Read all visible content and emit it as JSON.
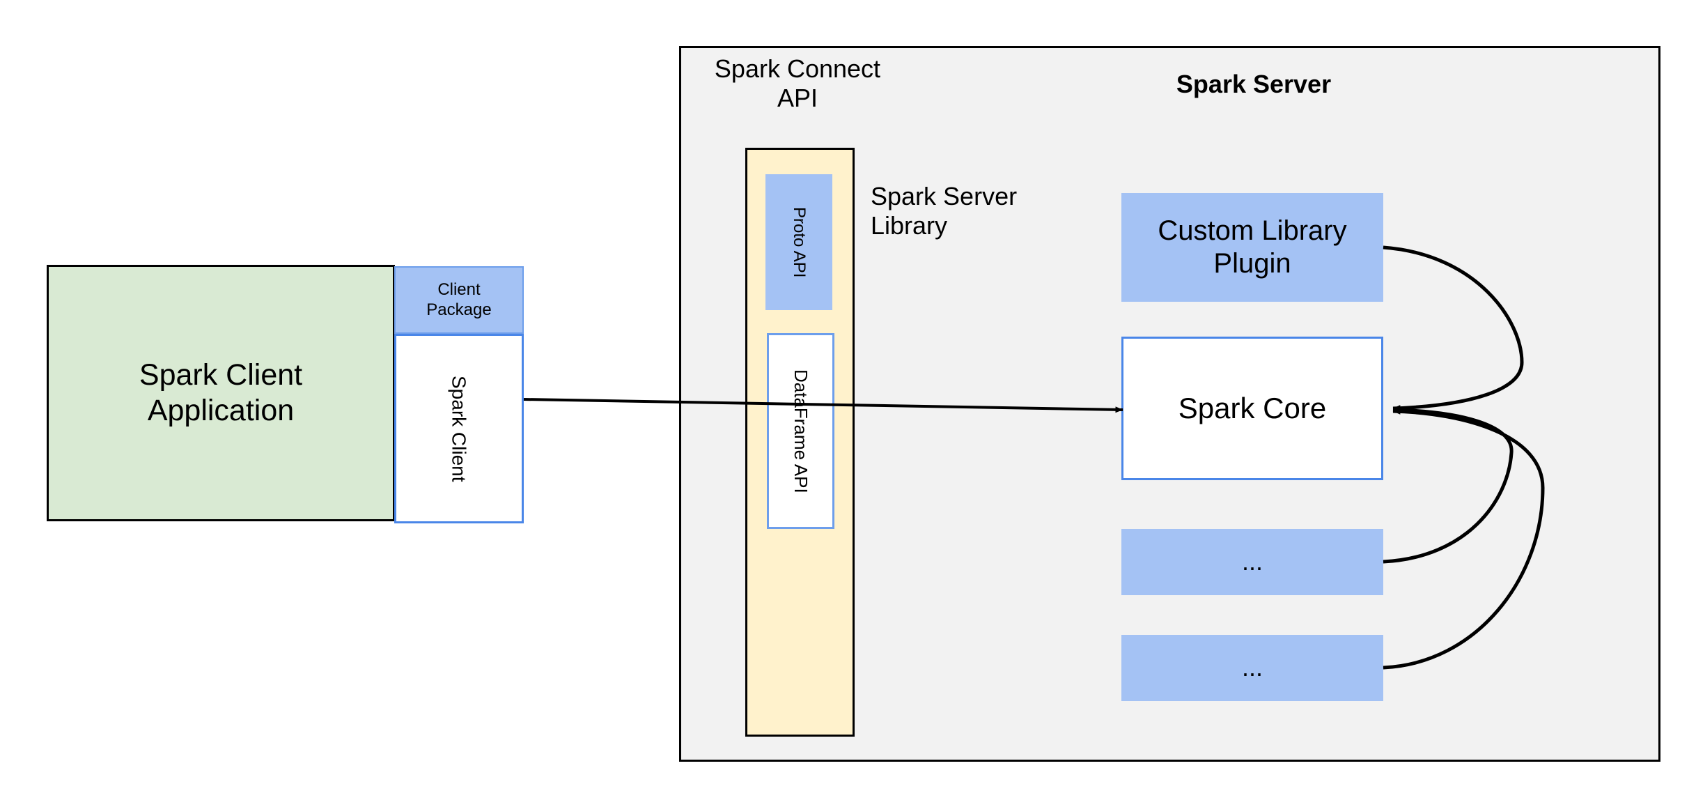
{
  "diagram": {
    "title": "Spark Connect architecture",
    "colors": {
      "client_app_fill": "#D9EAD3",
      "package_fill": "#A4C2F4",
      "panel_fill": "#F2F2F2",
      "connect_column_fill": "#FFF2CC",
      "box_border_blue": "#4A86E8",
      "outline_black": "#000000",
      "white": "#FFFFFF"
    }
  },
  "client": {
    "application_label": "Spark Client\nApplication",
    "application_label_line1": "Spark Client",
    "application_label_line2": "Application",
    "package_label": "Client\nPackage",
    "package_label_line1": "Client",
    "package_label_line2": "Package",
    "spark_client_label": "Spark Client"
  },
  "server": {
    "panel_title": "Spark Server",
    "connect_api_label": "Spark Connect\nAPI",
    "connect_api_line1": "Spark Connect",
    "connect_api_line2": "API",
    "server_library_label": "Spark Server\nLibrary",
    "server_library_line1": "Spark Server",
    "server_library_line2": "Library",
    "proto_api_label": "Proto API",
    "dataframe_api_label": "DataFrame API",
    "stack": [
      {
        "label": "Custom Library Plugin",
        "style": "filled-blue"
      },
      {
        "label": "Spark Core",
        "style": "white-blue-border"
      },
      {
        "label": "...",
        "style": "filled-blue"
      },
      {
        "label": "...",
        "style": "filled-blue"
      }
    ],
    "custom_plugin_label": "Custom Library Plugin",
    "spark_core_label": "Spark Core",
    "ellipsis_1_label": "...",
    "ellipsis_2_label": "..."
  },
  "connectors": {
    "client_to_core": "Spark Client → Spark Core (through Spark Connect API)",
    "plugin_to_core": "Custom Library Plugin → Spark Core",
    "ellipsis1_to_core": "... → Spark Core",
    "ellipsis2_to_core": "... → Spark Core"
  }
}
